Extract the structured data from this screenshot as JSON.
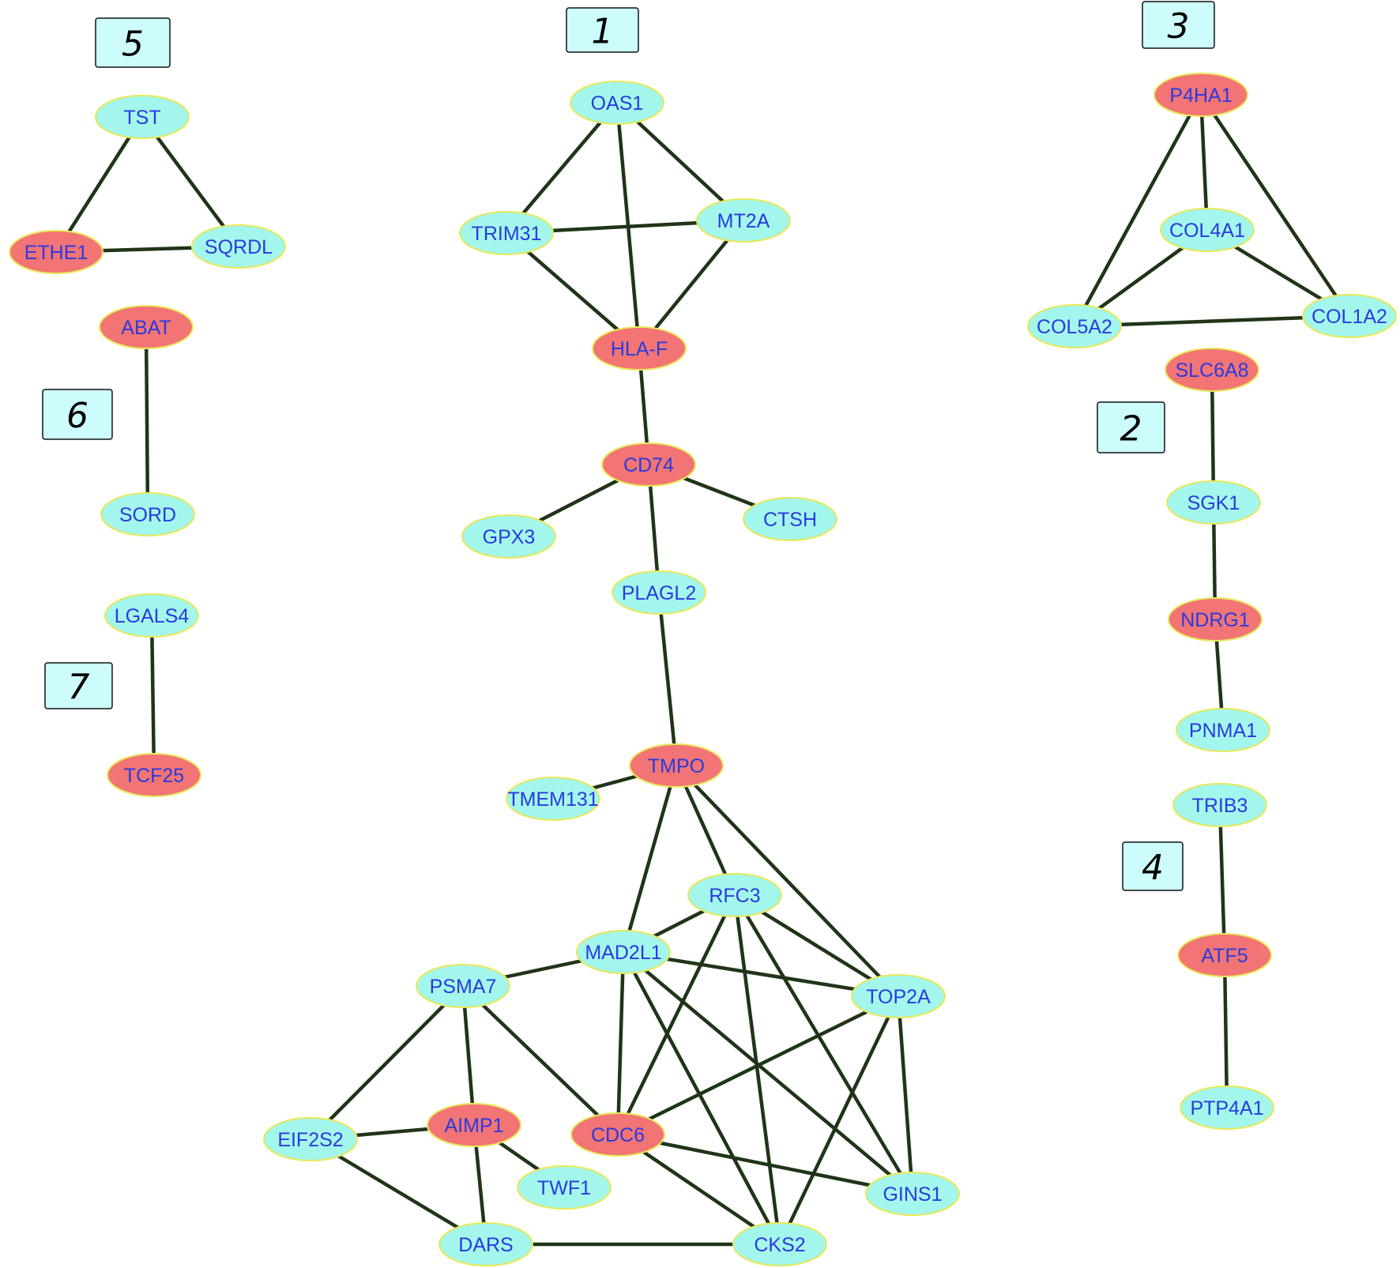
{
  "colors": {
    "hub": "#f27474",
    "normal": "#a3f6ec",
    "node_stroke": "#e8e85a",
    "edge": "#1f3518",
    "label": "#2a3adf",
    "box_fill": "#ccfcfc"
  },
  "clusters": [
    {
      "id": "c1",
      "label": "1"
    },
    {
      "id": "c2",
      "label": "2"
    },
    {
      "id": "c3",
      "label": "3"
    },
    {
      "id": "c4",
      "label": "4"
    },
    {
      "id": "c5",
      "label": "5"
    },
    {
      "id": "c6",
      "label": "6"
    },
    {
      "id": "c7",
      "label": "7"
    }
  ],
  "nodes": [
    {
      "id": "TST",
      "label": "TST",
      "hub": false
    },
    {
      "id": "ETHE1",
      "label": "ETHE1",
      "hub": true
    },
    {
      "id": "SQRDL",
      "label": "SQRDL",
      "hub": false
    },
    {
      "id": "ABAT",
      "label": "ABAT",
      "hub": true
    },
    {
      "id": "SORD",
      "label": "SORD",
      "hub": false
    },
    {
      "id": "LGALS4",
      "label": "LGALS4",
      "hub": false
    },
    {
      "id": "TCF25",
      "label": "TCF25",
      "hub": true
    },
    {
      "id": "OAS1",
      "label": "OAS1",
      "hub": false
    },
    {
      "id": "TRIM31",
      "label": "TRIM31",
      "hub": false
    },
    {
      "id": "MT2A",
      "label": "MT2A",
      "hub": false
    },
    {
      "id": "HLA-F",
      "label": "HLA-F",
      "hub": true
    },
    {
      "id": "CD74",
      "label": "CD74",
      "hub": true
    },
    {
      "id": "GPX3",
      "label": "GPX3",
      "hub": false
    },
    {
      "id": "CTSH",
      "label": "CTSH",
      "hub": false
    },
    {
      "id": "PLAGL2",
      "label": "PLAGL2",
      "hub": false
    },
    {
      "id": "TMPO",
      "label": "TMPO",
      "hub": true
    },
    {
      "id": "TMEM131",
      "label": "TMEM131",
      "hub": false
    },
    {
      "id": "RFC3",
      "label": "RFC3",
      "hub": false
    },
    {
      "id": "MAD2L1",
      "label": "MAD2L1",
      "hub": false
    },
    {
      "id": "PSMA7",
      "label": "PSMA7",
      "hub": false
    },
    {
      "id": "TOP2A",
      "label": "TOP2A",
      "hub": false
    },
    {
      "id": "EIF2S2",
      "label": "EIF2S2",
      "hub": false
    },
    {
      "id": "AIMP1",
      "label": "AIMP1",
      "hub": true
    },
    {
      "id": "CDC6",
      "label": "CDC6",
      "hub": true
    },
    {
      "id": "TWF1",
      "label": "TWF1",
      "hub": false
    },
    {
      "id": "GINS1",
      "label": "GINS1",
      "hub": false
    },
    {
      "id": "DARS",
      "label": "DARS",
      "hub": false
    },
    {
      "id": "CKS2",
      "label": "CKS2",
      "hub": false
    },
    {
      "id": "P4HA1",
      "label": "P4HA1",
      "hub": true
    },
    {
      "id": "COL4A1",
      "label": "COL4A1",
      "hub": false
    },
    {
      "id": "COL5A2",
      "label": "COL5A2",
      "hub": false
    },
    {
      "id": "COL1A2",
      "label": "COL1A2",
      "hub": false
    },
    {
      "id": "SLC6A8",
      "label": "SLC6A8",
      "hub": true
    },
    {
      "id": "SGK1",
      "label": "SGK1",
      "hub": false
    },
    {
      "id": "NDRG1",
      "label": "NDRG1",
      "hub": true
    },
    {
      "id": "PNMA1",
      "label": "PNMA1",
      "hub": false
    },
    {
      "id": "TRIB3",
      "label": "TRIB3",
      "hub": false
    },
    {
      "id": "ATF5",
      "label": "ATF5",
      "hub": true
    },
    {
      "id": "PTP4A1",
      "label": "PTP4A1",
      "hub": false
    }
  ],
  "edges": [
    [
      "TST",
      "ETHE1"
    ],
    [
      "TST",
      "SQRDL"
    ],
    [
      "ETHE1",
      "SQRDL"
    ],
    [
      "ABAT",
      "SORD"
    ],
    [
      "LGALS4",
      "TCF25"
    ],
    [
      "OAS1",
      "TRIM31"
    ],
    [
      "OAS1",
      "MT2A"
    ],
    [
      "OAS1",
      "HLA-F"
    ],
    [
      "TRIM31",
      "MT2A"
    ],
    [
      "TRIM31",
      "HLA-F"
    ],
    [
      "MT2A",
      "HLA-F"
    ],
    [
      "HLA-F",
      "CD74"
    ],
    [
      "CD74",
      "GPX3"
    ],
    [
      "CD74",
      "CTSH"
    ],
    [
      "CD74",
      "PLAGL2"
    ],
    [
      "PLAGL2",
      "TMPO"
    ],
    [
      "TMPO",
      "TMEM131"
    ],
    [
      "TMPO",
      "RFC3"
    ],
    [
      "TMPO",
      "MAD2L1"
    ],
    [
      "TMPO",
      "TOP2A"
    ],
    [
      "RFC3",
      "MAD2L1"
    ],
    [
      "RFC3",
      "TOP2A"
    ],
    [
      "RFC3",
      "CDC6"
    ],
    [
      "RFC3",
      "CKS2"
    ],
    [
      "RFC3",
      "GINS1"
    ],
    [
      "MAD2L1",
      "PSMA7"
    ],
    [
      "MAD2L1",
      "TOP2A"
    ],
    [
      "MAD2L1",
      "CDC6"
    ],
    [
      "MAD2L1",
      "CKS2"
    ],
    [
      "MAD2L1",
      "GINS1"
    ],
    [
      "TOP2A",
      "CDC6"
    ],
    [
      "TOP2A",
      "GINS1"
    ],
    [
      "TOP2A",
      "CKS2"
    ],
    [
      "PSMA7",
      "EIF2S2"
    ],
    [
      "PSMA7",
      "AIMP1"
    ],
    [
      "PSMA7",
      "CDC6"
    ],
    [
      "EIF2S2",
      "AIMP1"
    ],
    [
      "EIF2S2",
      "DARS"
    ],
    [
      "AIMP1",
      "TWF1"
    ],
    [
      "AIMP1",
      "DARS"
    ],
    [
      "CDC6",
      "GINS1"
    ],
    [
      "CDC6",
      "CKS2"
    ],
    [
      "DARS",
      "CKS2"
    ],
    [
      "P4HA1",
      "COL4A1"
    ],
    [
      "P4HA1",
      "COL5A2"
    ],
    [
      "P4HA1",
      "COL1A2"
    ],
    [
      "COL4A1",
      "COL5A2"
    ],
    [
      "COL4A1",
      "COL1A2"
    ],
    [
      "COL5A2",
      "COL1A2"
    ],
    [
      "SLC6A8",
      "SGK1"
    ],
    [
      "SGK1",
      "NDRG1"
    ],
    [
      "NDRG1",
      "PNMA1"
    ],
    [
      "TRIB3",
      "ATF5"
    ],
    [
      "ATF5",
      "PTP4A1"
    ]
  ]
}
